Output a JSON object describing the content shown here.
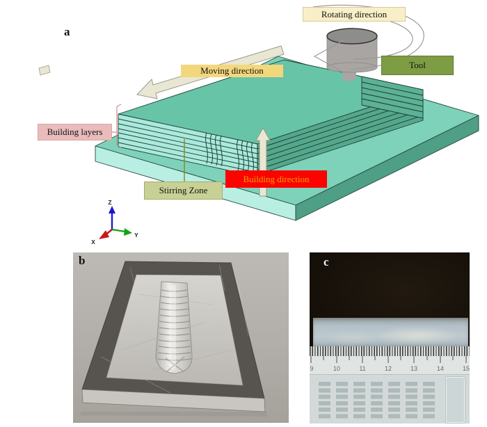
{
  "panels": {
    "a": "a",
    "b": "b",
    "c": "c"
  },
  "schematic": {
    "rotating_direction": "Rotating direction",
    "tool": "Tool",
    "moving_direction": "Moving direction",
    "building_layers": "Building layers",
    "stirring_zone": "Stirring Zone",
    "building_direction": "Building direction",
    "axis_x": "X",
    "axis_y": "Y",
    "axis_z": "Z"
  },
  "photo_c": {
    "ruler_numbers": [
      "9",
      "10",
      "11",
      "12",
      "13",
      "14",
      "15"
    ]
  },
  "colors": {
    "build_top": "#68c4a7",
    "build_side_light": "#abe9dc",
    "build_side_dark": "#55a78c",
    "substrate_top": "#7dd2b9",
    "substrate_side_light": "#b9efe3",
    "substrate_side_dark": "#4f9e86",
    "tool_gray": "#a8a5a2",
    "label_cream": "#f8efc8",
    "label_yellow": "#f3d77c",
    "label_green": "#7e9c44",
    "label_pink": "#e9bcbc",
    "label_khaki": "#c9d096",
    "label_red": "#fb0400",
    "red_box_text": "#eda300",
    "arrow_beige": "#e9e7d3",
    "axis_x_color": "#c81818",
    "axis_y_color": "#18a018",
    "axis_z_color": "#1818cf"
  }
}
